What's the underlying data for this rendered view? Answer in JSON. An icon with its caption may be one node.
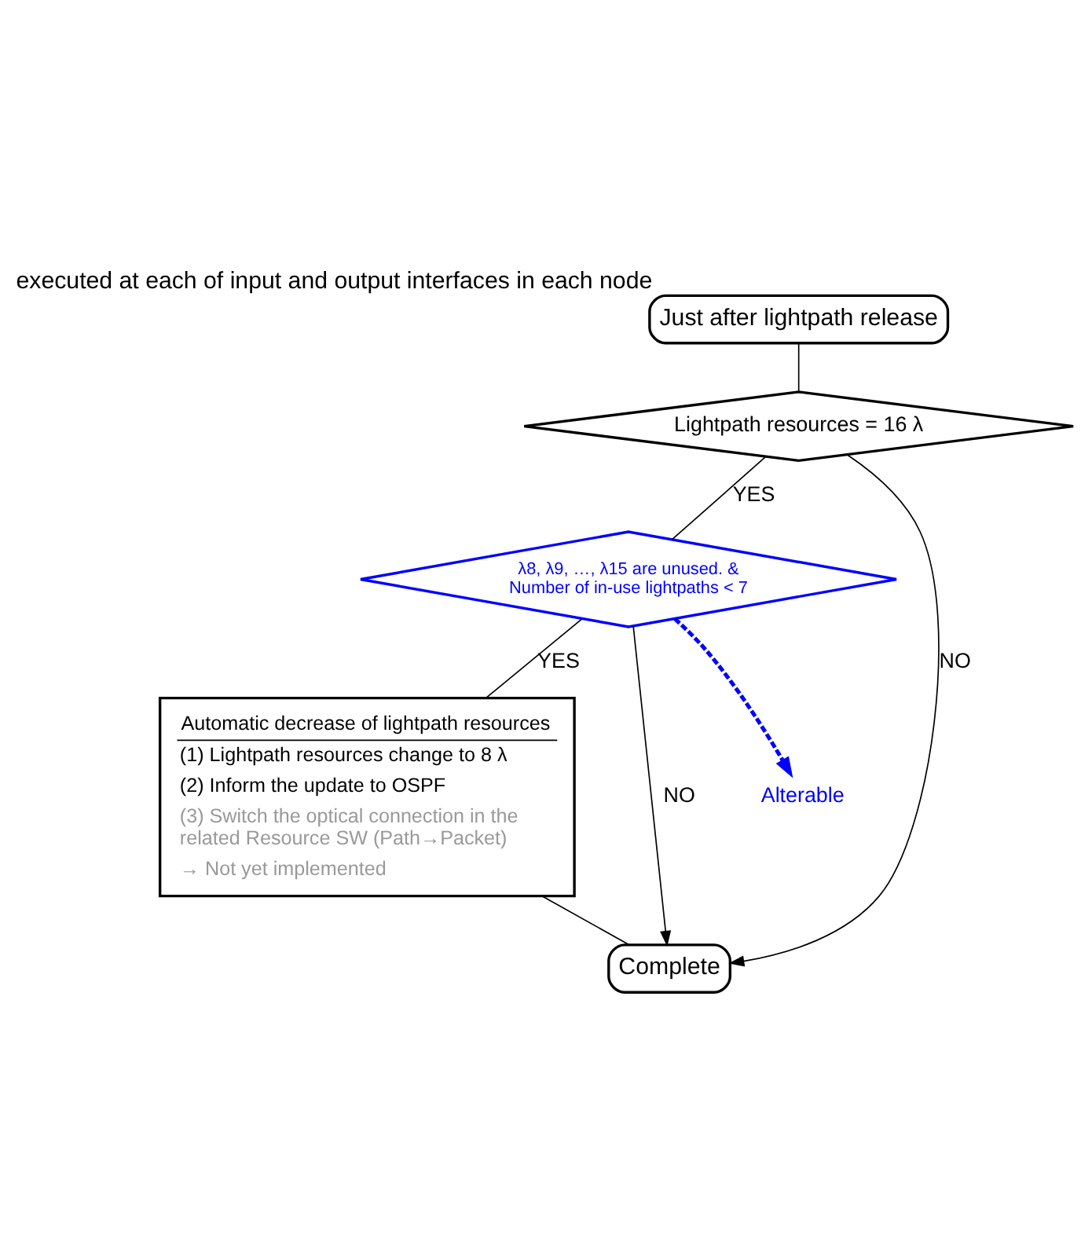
{
  "diagram": {
    "nodes": [
      {
        "text": [
          "Just after lightpath release"
        ],
        "beside": [
          "executed at each of input and output interfaces in each node"
        ]
      },
      {
        "text": [
          "Lightpath resources = 16 λ"
        ]
      },
      {
        "text": [
          "λ8, λ9, …, λ15 are unused. & Number of in-use lightpaths < 7"
        ]
      },
      {
        "text": [
          "Automatic decrease of lightpath resources",
          "(1) Lightpath resources change to 8 λ",
          "(2) Inform the update to OSPF",
          "(3) Switch the optical connection in the related Resource SW (Path→Packet)",
          "→ Not yet implemented"
        ]
      },
      {
        "text": [
          "Complete"
        ]
      },
      {
        "text": [
          "Alterable"
        ]
      }
    ],
    "edges": [
      {
        "from": 0,
        "to": 1,
        "arrow": "none"
      },
      {
        "from": 1,
        "to": 2,
        "arrow": "none",
        "label": "YES"
      },
      {
        "from": 1,
        "to": 4,
        "arrow": "to",
        "label": "NO"
      },
      {
        "from": 2,
        "to": 3,
        "arrow": "none",
        "label": "YES"
      },
      {
        "from": 2,
        "to": 4,
        "arrow": "to",
        "label": "NO"
      },
      {
        "from": 3,
        "to": 4,
        "arrow": "none"
      },
      {
        "from": 2,
        "to": 5,
        "arrow": "to",
        "style": "dashed",
        "color": "#0000ff"
      }
    ]
  }
}
